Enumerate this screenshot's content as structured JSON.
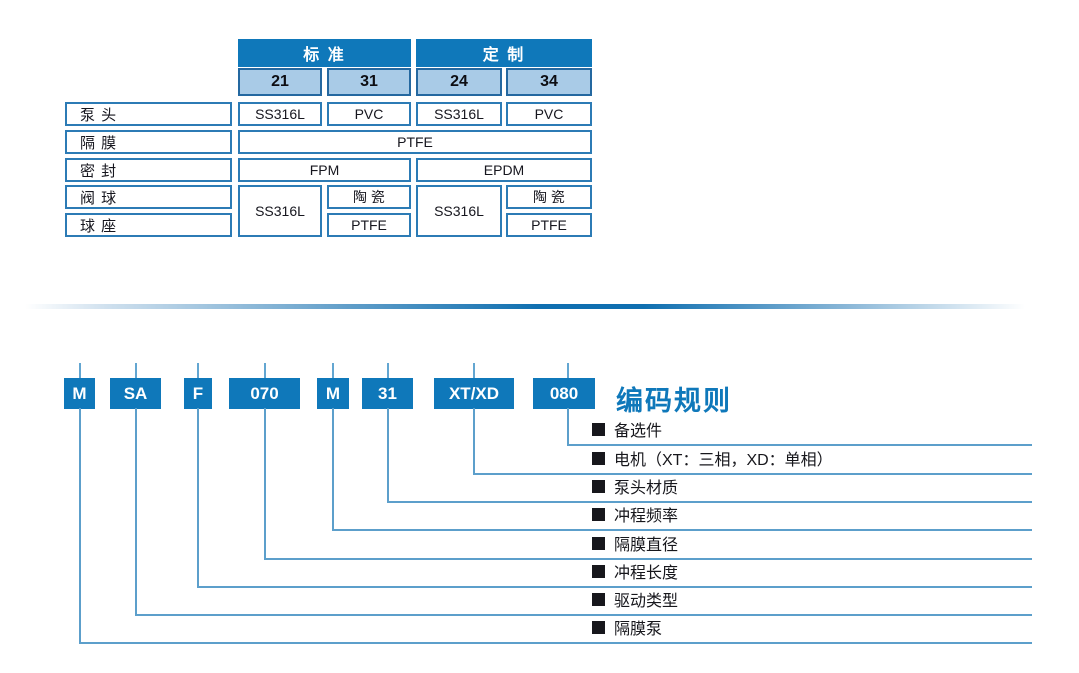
{
  "colors": {
    "primary_blue": "#0F78BA",
    "light_blue_fill": "#A9CBE7",
    "cell_border_blue": "#2C7BB5",
    "connector_blue": "#5C9FCB",
    "text_dark": "#16161e"
  },
  "materials_table": {
    "groups": {
      "standard": "标 准",
      "custom": "定 制"
    },
    "codes": [
      "21",
      "31",
      "24",
      "34"
    ],
    "row_labels": {
      "pump_head": "泵 头",
      "diaphragm": "隔 膜",
      "seal": "密 封",
      "valve_ball": "阀 球",
      "ball_seat": "球 座"
    },
    "cells": {
      "pump_head": [
        "SS316L",
        "PVC",
        "SS316L",
        "PVC"
      ],
      "diaphragm_all": "PTFE",
      "seal_standard": "FPM",
      "seal_custom": "EPDM",
      "valve_merged_21": "SS316L",
      "valve_merged_24": "SS316L",
      "valve_ball_31": "陶 瓷",
      "valve_ball_34": "陶 瓷",
      "ball_seat_31": "PTFE",
      "ball_seat_34": "PTFE"
    }
  },
  "coding": {
    "title": "编码规则",
    "segments": [
      "M",
      "SA",
      "F",
      "070",
      "M",
      "31",
      "XT/XD",
      "080"
    ],
    "legend": [
      "备选件",
      "电机（XT：三相，XD：单相）",
      "泵头材质",
      "冲程频率",
      "隔膜直径",
      "冲程长度",
      "驱动类型",
      "隔膜泵"
    ]
  }
}
